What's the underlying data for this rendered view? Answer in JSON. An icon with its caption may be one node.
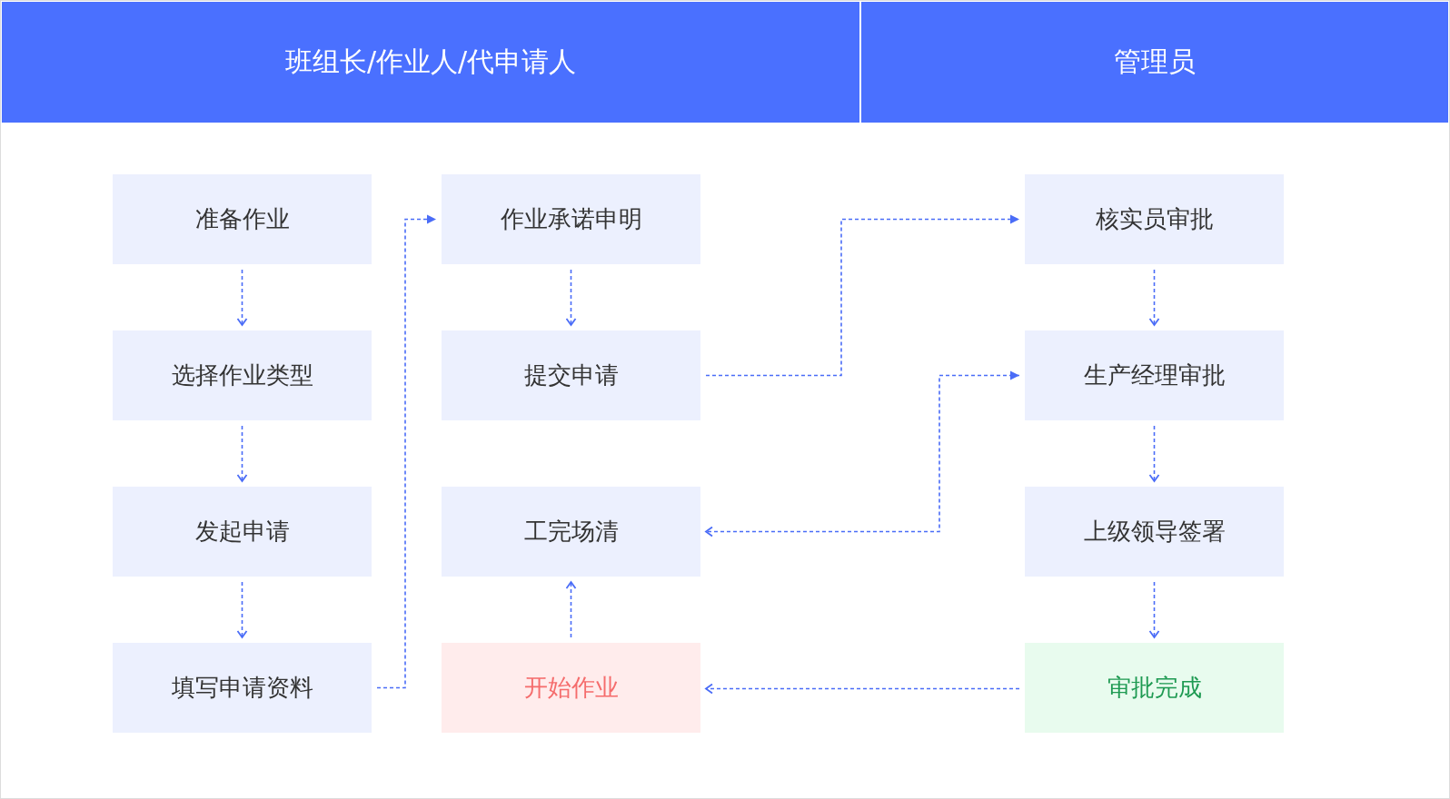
{
  "diagram": {
    "nodes": [
      {
        "text": [
          "班组长/作业人/代申请人"
        ]
      },
      {
        "text": [
          "管理员"
        ]
      },
      {
        "text": [
          "准备作业"
        ]
      },
      {
        "text": [
          "选择作业类型"
        ]
      },
      {
        "text": [
          "发起申请"
        ]
      },
      {
        "text": [
          "填写申请资料"
        ]
      },
      {
        "text": [
          "作业承诺申明"
        ]
      },
      {
        "text": [
          "提交申请"
        ]
      },
      {
        "text": [
          "工完场清"
        ]
      },
      {
        "text": [
          "开始作业"
        ]
      },
      {
        "text": [
          "核实员审批"
        ]
      },
      {
        "text": [
          "生产经理审批"
        ]
      },
      {
        "text": [
          "上级领导签署"
        ]
      },
      {
        "text": [
          "审批完成"
        ]
      }
    ],
    "edges": [
      {
        "from": 2,
        "to": 3,
        "arrow": "to"
      },
      {
        "from": 3,
        "to": 4,
        "arrow": "to"
      },
      {
        "from": 4,
        "to": 5,
        "arrow": "to"
      },
      {
        "from": 5,
        "to": 6,
        "arrow": "to"
      },
      {
        "from": 6,
        "to": 7,
        "arrow": "to"
      },
      {
        "from": 7,
        "to": 10,
        "arrow": "to"
      },
      {
        "from": 10,
        "to": 11,
        "arrow": "to"
      },
      {
        "from": 11,
        "to": 12,
        "arrow": "to"
      },
      {
        "from": 12,
        "to": 13,
        "arrow": "to"
      },
      {
        "from": 13,
        "to": 9,
        "arrow": "to"
      },
      {
        "from": 9,
        "to": 8,
        "arrow": "to"
      },
      {
        "from": 11,
        "to": 8,
        "arrow": "both"
      }
    ]
  }
}
